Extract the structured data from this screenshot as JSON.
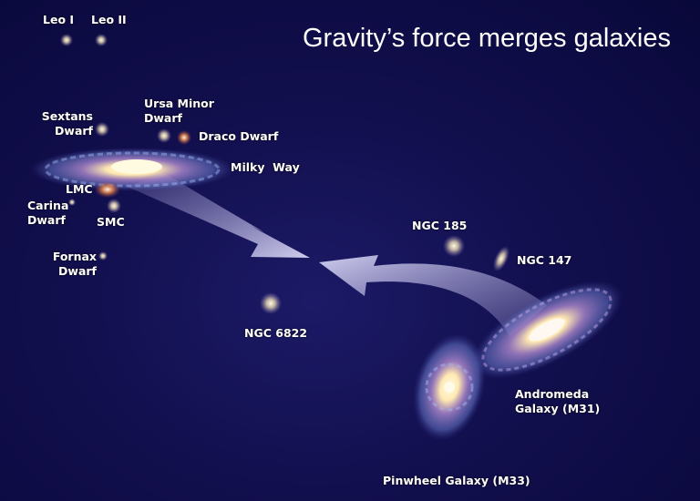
{
  "title": "Gravity’s force merges galaxies",
  "labels": {
    "leo1": "Leo I",
    "leo2": "Leo II",
    "sextans": [
      "Sextans",
      "Dwarf"
    ],
    "ursa": [
      "Ursa Minor",
      "Dwarf"
    ],
    "draco": "Draco Dwarf",
    "milky": "Milky  Way",
    "lmc": "LMC",
    "carina": [
      "Carina",
      "Dwarf"
    ],
    "smc": "SMC",
    "fornax": [
      "Fornax",
      "Dwarf"
    ],
    "ngc185": "NGC 185",
    "ngc147": "NGC 147",
    "ngc6822": "NGC 6822",
    "andromeda": [
      "Andromeda",
      "Galaxy (M31)"
    ],
    "pinwheel": "Pinwheel Galaxy (M33)"
  }
}
